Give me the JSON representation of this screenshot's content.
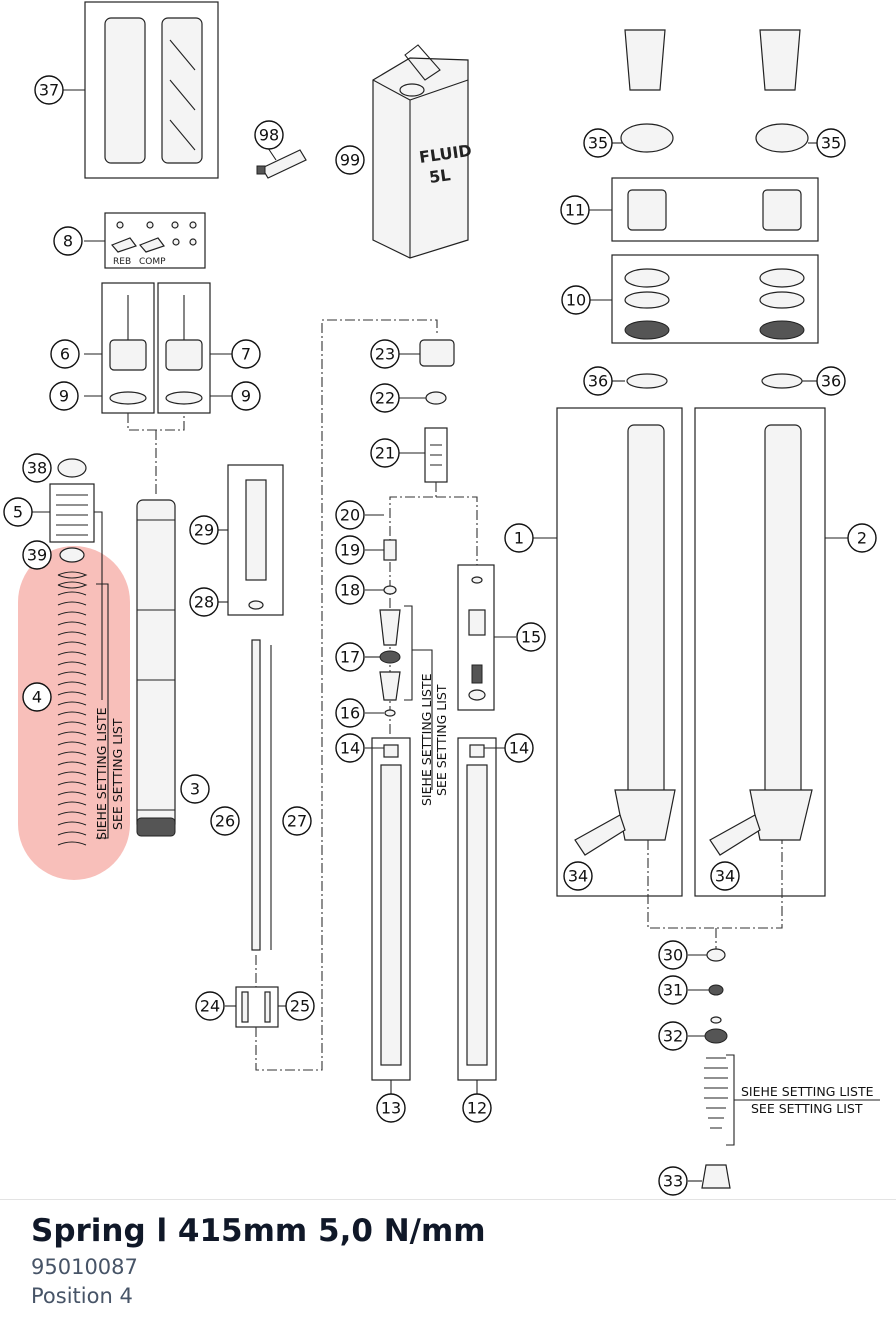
{
  "diagram": {
    "callouts": [
      "37",
      "98",
      "99",
      "35",
      "35",
      "11",
      "8",
      "10",
      "6",
      "7",
      "23",
      "9",
      "9",
      "22",
      "36",
      "36",
      "21",
      "38",
      "5",
      "29",
      "20",
      "1",
      "2",
      "39",
      "19",
      "18",
      "28",
      "15",
      "17",
      "4",
      "16",
      "14",
      "14",
      "3",
      "26",
      "27",
      "34",
      "34",
      "30",
      "31",
      "24",
      "25",
      "32",
      "13",
      "12",
      "33"
    ],
    "tube_labels": [
      "FLUID",
      "5L"
    ],
    "adjuster_labels": [
      "REB",
      "COMP"
    ],
    "setting_note_1": "SIEHE SETTING LISTE",
    "setting_note_2": "SEE SETTING LIST"
  },
  "highlight_color": "#f28b82",
  "part": {
    "title": "Spring l 415mm 5,0 N/mm",
    "number": "95010087",
    "position": "Position 4"
  }
}
